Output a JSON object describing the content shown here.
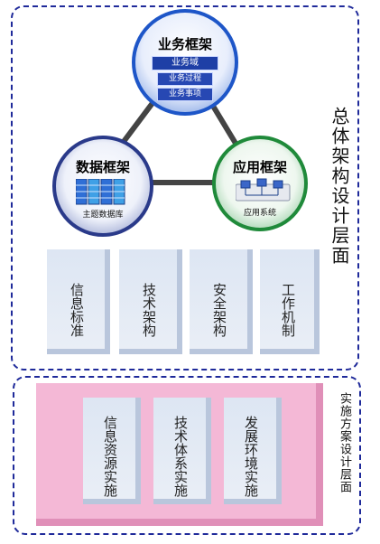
{
  "top_section": {
    "side_label": "总体架构设计层面",
    "circles": {
      "business": {
        "title": "业务框架",
        "items": [
          "业务域",
          "业务过程",
          "业务事项"
        ]
      },
      "data": {
        "title": "数据框架",
        "caption": "主题数据库"
      },
      "application": {
        "title": "应用框架",
        "caption": "应用系统"
      }
    },
    "pillars": [
      "信息标准",
      "技术架构",
      "安全架构",
      "工作机制"
    ]
  },
  "bottom_section": {
    "side_label": "实施方案设计层面",
    "pillars": [
      "信息资源实施",
      "技术体系实施",
      "发展环境实施"
    ]
  },
  "colors": {
    "frame_border": "#1f2a9a",
    "business_ring": "#1e56c8",
    "data_ring": "#2a3a8a",
    "application_ring": "#1f8a3a",
    "pillar_top": "#d8e2f0",
    "pink_panel": "#f4b8d6"
  }
}
